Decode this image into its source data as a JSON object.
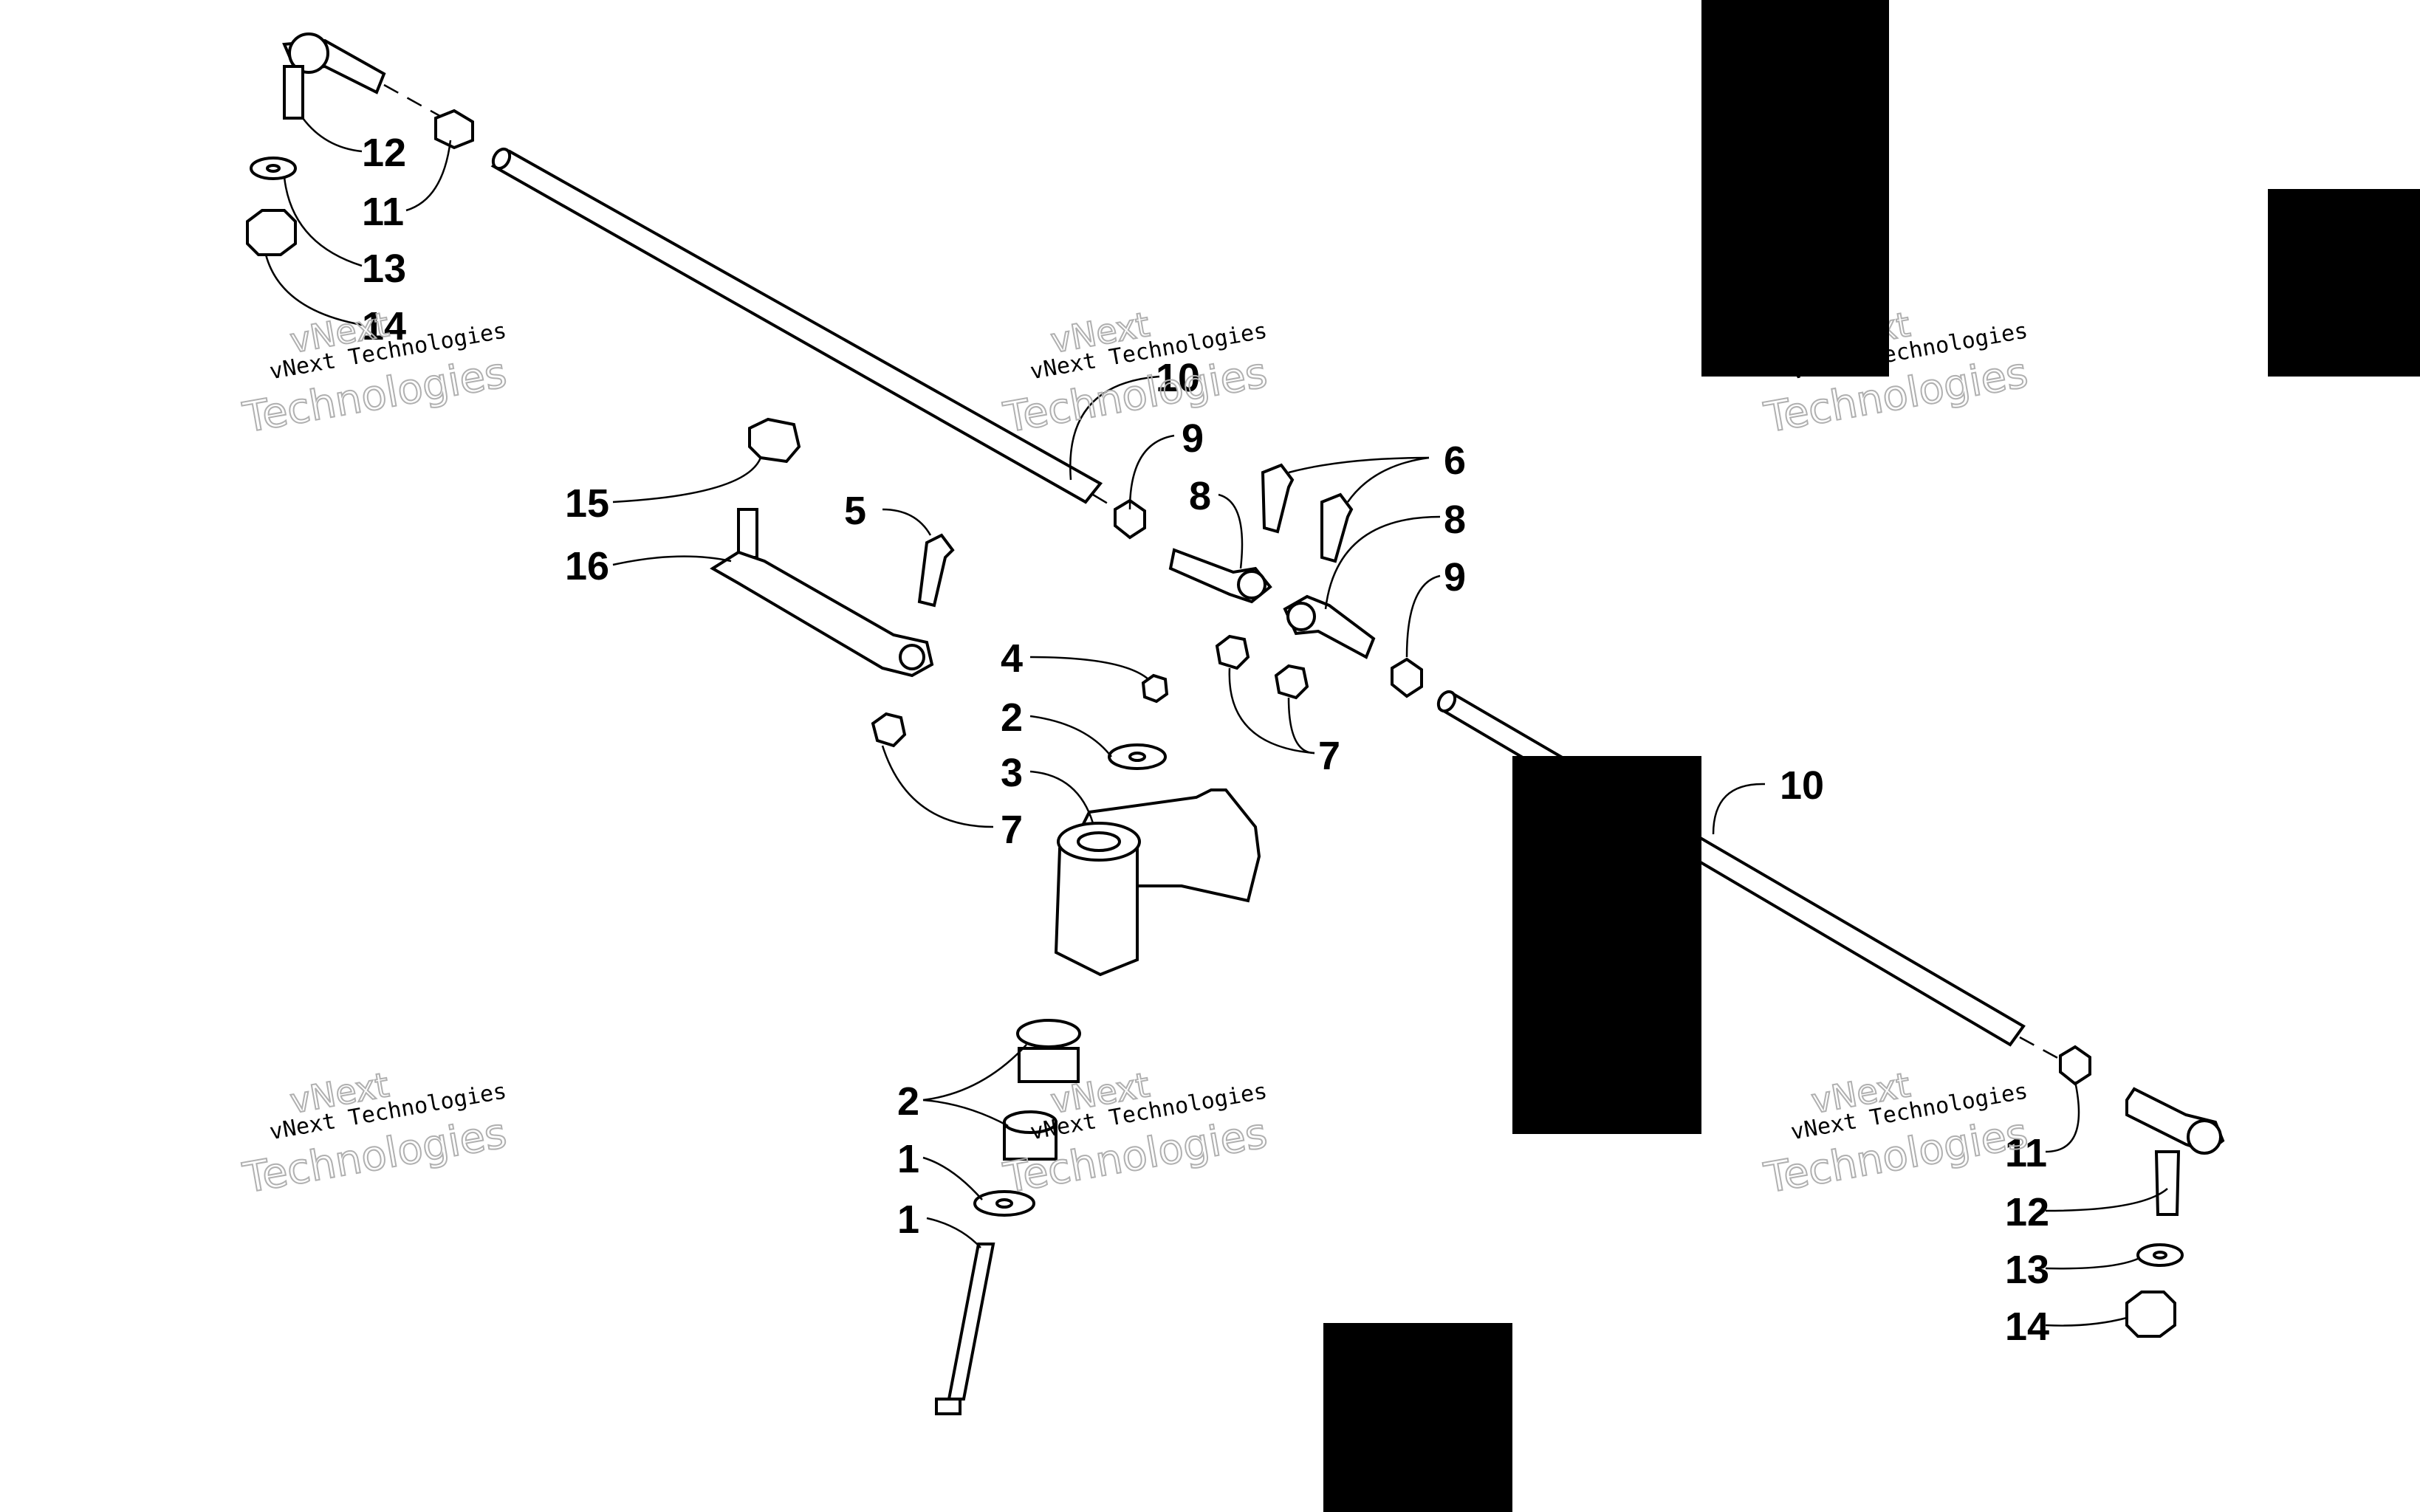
{
  "diagram": {
    "callouts": [
      "1",
      "2",
      "2",
      "3",
      "4",
      "5",
      "6",
      "6",
      "7",
      "7",
      "8",
      "8",
      "9",
      "9",
      "10",
      "10",
      "11",
      "11",
      "12",
      "12",
      "13",
      "13",
      "14",
      "14",
      "15",
      "16"
    ],
    "watermark": {
      "line1": "vNext Technologies",
      "line2": "Technologies",
      "overlay": "vNext"
    }
  }
}
